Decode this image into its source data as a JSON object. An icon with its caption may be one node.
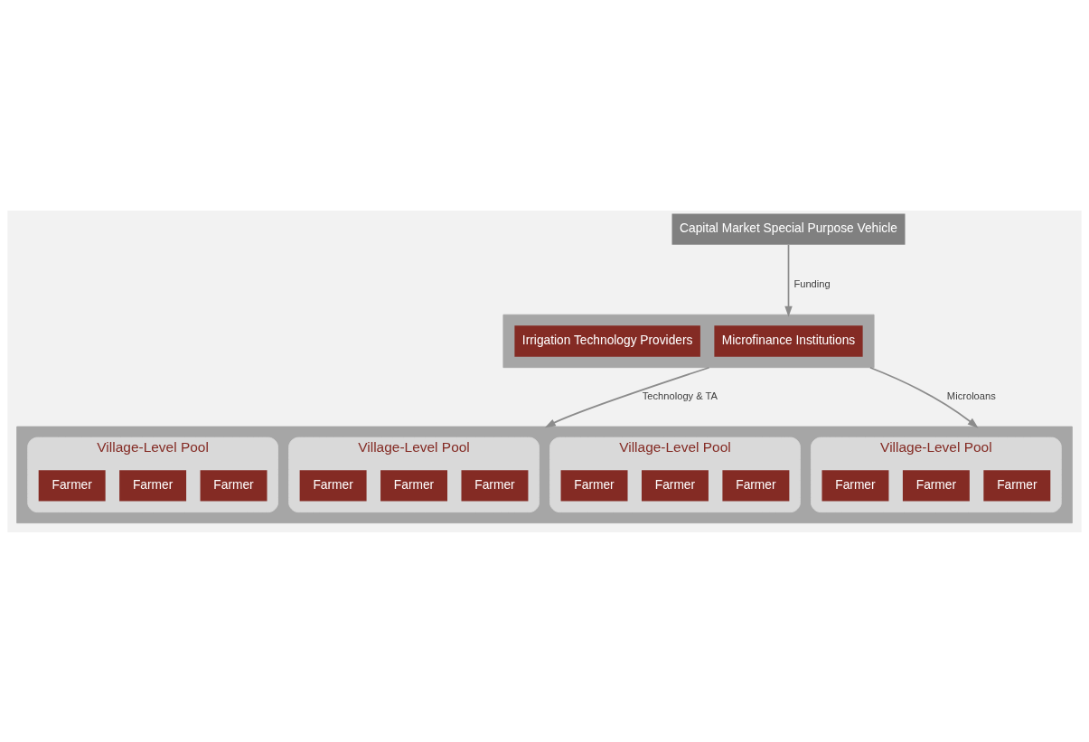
{
  "diagram": {
    "nodes": [
      {
        "text": [
          "Capital Market Special Purpose Vehicle"
        ]
      },
      {
        "text": [],
        "shape": "box"
      },
      {
        "text": [
          "Microfinance Institutions"
        ],
        "in": 1
      },
      {
        "text": [
          "Irrigation Technology Providers"
        ],
        "in": 1
      },
      {
        "text": [],
        "shape": "box"
      },
      {
        "text": [
          "Village-Level Pool"
        ],
        "in": 4
      },
      {
        "text": [
          "Farmer"
        ],
        "in": 5
      },
      {
        "text": [
          "Farmer"
        ],
        "in": 5
      },
      {
        "text": [
          "Farmer"
        ],
        "in": 5
      },
      {
        "text": [
          "Village-Level Pool"
        ],
        "in": 4
      },
      {
        "text": [
          "Farmer"
        ],
        "in": 9
      },
      {
        "text": [
          "Farmer"
        ],
        "in": 9
      },
      {
        "text": [
          "Farmer"
        ],
        "in": 9
      },
      {
        "text": [
          "Village-Level Pool"
        ],
        "in": 4
      },
      {
        "text": [
          "Farmer"
        ],
        "in": 13
      },
      {
        "text": [
          "Farmer"
        ],
        "in": 13
      },
      {
        "text": [
          "Farmer"
        ],
        "in": 13
      },
      {
        "text": [
          "Village-Level Pool"
        ],
        "in": 4
      },
      {
        "text": [
          "Farmer"
        ],
        "in": 17
      },
      {
        "text": [
          "Farmer"
        ],
        "in": 17
      },
      {
        "text": [
          "Farmer"
        ],
        "in": 17
      }
    ],
    "edges": [
      {
        "from": 0,
        "to": 1,
        "arrow": "to",
        "label": "Funding"
      },
      {
        "from": 1,
        "to": 4,
        "arrow": "to",
        "label": "Microloans"
      },
      {
        "from": 1,
        "to": 4,
        "arrow": "to",
        "label": "Technology & TA"
      }
    ]
  }
}
